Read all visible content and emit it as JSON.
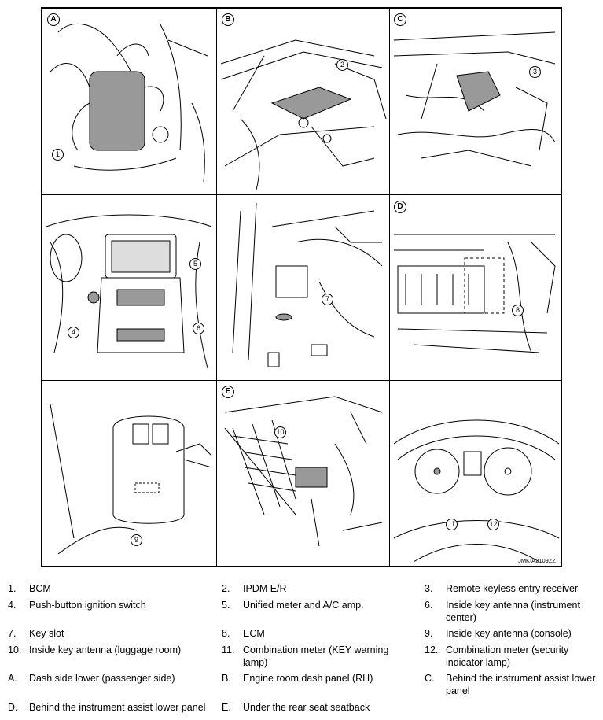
{
  "figure_code": "JMKIA2109ZZ",
  "panel_tags": [
    "A",
    "B",
    "C",
    "D",
    "E"
  ],
  "callouts": [
    "1",
    "2",
    "3",
    "4",
    "5",
    "6",
    "7",
    "8",
    "9",
    "10",
    "11",
    "12"
  ],
  "legend": [
    {
      "num": "1.",
      "text": "BCM"
    },
    {
      "num": "2.",
      "text": "IPDM E/R"
    },
    {
      "num": "3.",
      "text": "Remote keyless entry receiver"
    },
    {
      "num": "4.",
      "text": "Push-button ignition switch"
    },
    {
      "num": "5.",
      "text": "Unified meter and A/C amp."
    },
    {
      "num": "6.",
      "text": "Inside key antenna (instrument center)"
    },
    {
      "num": "7.",
      "text": "Key slot"
    },
    {
      "num": "8.",
      "text": "ECM"
    },
    {
      "num": "9.",
      "text": "Inside key antenna (console)"
    },
    {
      "num": "10.",
      "text": "Inside key antenna (luggage room)"
    },
    {
      "num": "11.",
      "text": "Combination meter (KEY warning lamp)"
    },
    {
      "num": "12.",
      "text": "Combination meter (security indicator lamp)"
    },
    {
      "num": "A.",
      "text": "Dash side lower (passenger side)"
    },
    {
      "num": "B.",
      "text": "Engine room dash panel (RH)"
    },
    {
      "num": "C.",
      "text": "Behind the instrument assist lower panel"
    },
    {
      "num": "D.",
      "text": "Behind the instrument assist lower panel"
    },
    {
      "num": "E.",
      "text": "Under the rear seat seatback"
    }
  ]
}
